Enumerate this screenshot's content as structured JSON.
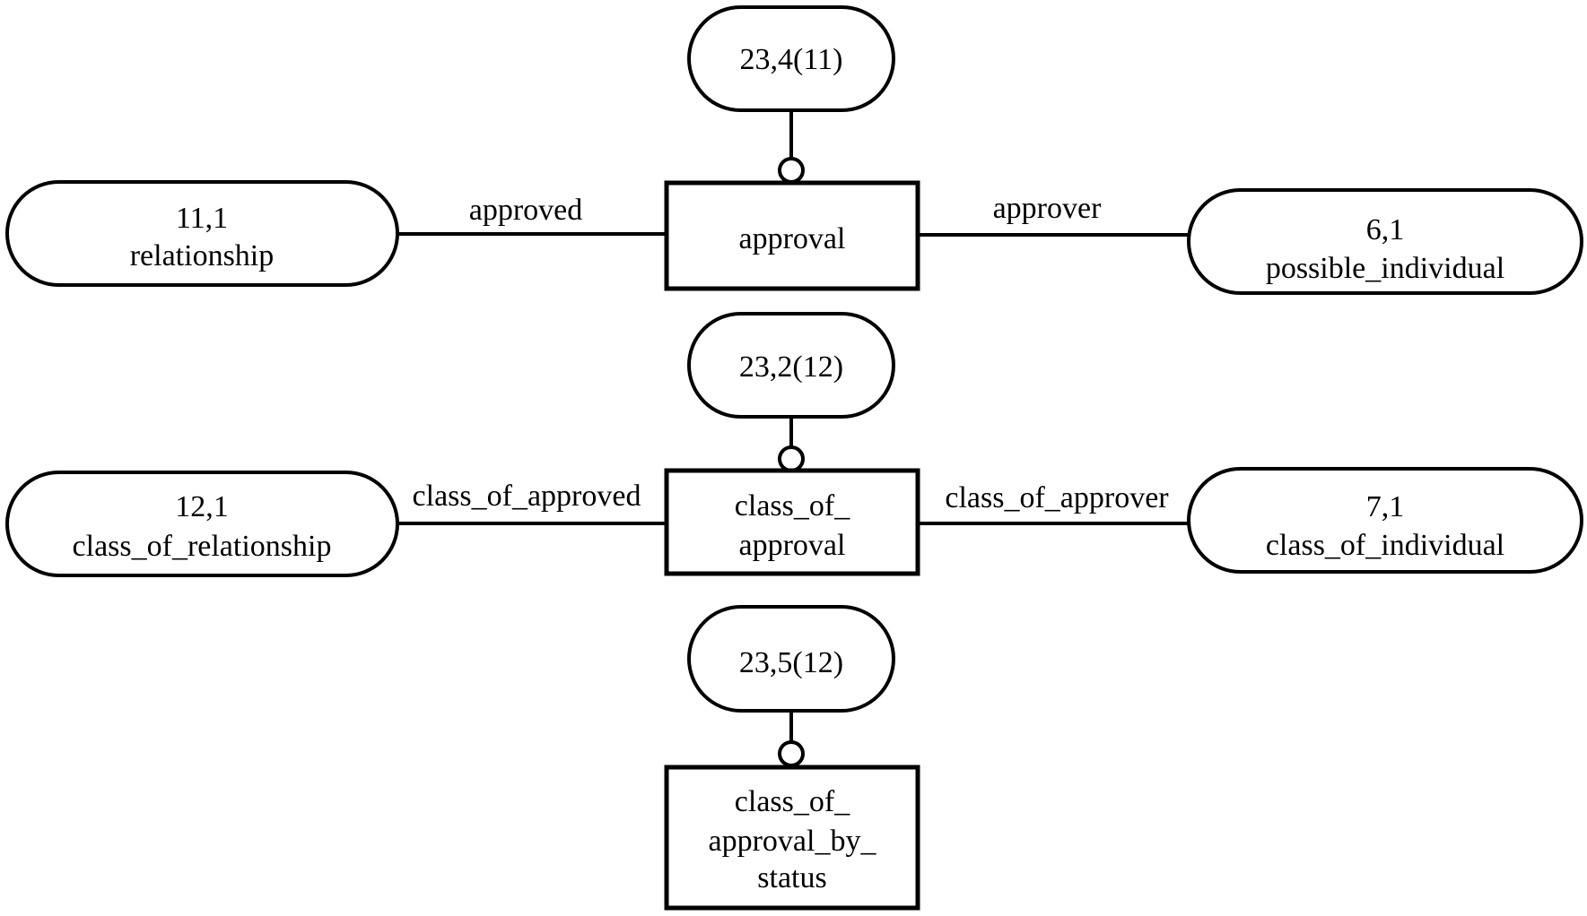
{
  "diagram": {
    "type": "express-g-entity-level-diagram",
    "background_color": "#ffffff",
    "line_color": "#000000",
    "rows": [
      {
        "page_ref": "23,4(11)",
        "entity_lines": [
          "approval"
        ],
        "left_node": {
          "ref": "11,1",
          "name": "relationship"
        },
        "left_role": "approved",
        "right_node": {
          "ref": "6,1",
          "name": "possible_individual"
        },
        "right_role": "approver"
      },
      {
        "page_ref": "23,2(12)",
        "entity_lines": [
          "class_of_",
          "approval"
        ],
        "left_node": {
          "ref": "12,1",
          "name": "class_of_relationship"
        },
        "left_role": "class_of_approved",
        "right_node": {
          "ref": "7,1",
          "name": "class_of_individual"
        },
        "right_role": "class_of_approver"
      },
      {
        "page_ref": "23,5(12)",
        "entity_lines": [
          "class_of_",
          "approval_by_",
          "status"
        ]
      }
    ]
  }
}
